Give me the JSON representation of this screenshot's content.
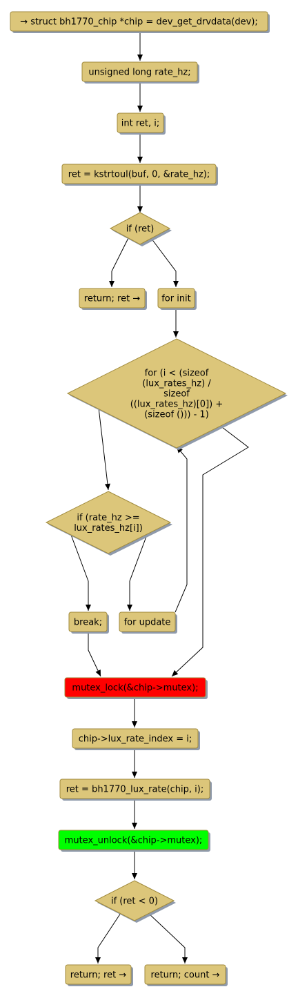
{
  "colors": {
    "node_fill": "#dcc67a",
    "node_border": "#a08a3c",
    "shadow": "#8f9aab",
    "lock_fill": "#ff0000",
    "unlock_fill": "#00ff00"
  },
  "nodes": {
    "n1": {
      "kind": "process",
      "lines": [
        "→ struct bh1770_chip *chip =  dev_get_drvdata(dev);"
      ]
    },
    "n2": {
      "kind": "process",
      "lines": [
        "unsigned long rate_hz;"
      ]
    },
    "n3": {
      "kind": "process",
      "lines": [
        "int ret, i;"
      ]
    },
    "n4": {
      "kind": "process",
      "lines": [
        "ret = kstrtoul(buf, 0, &rate_hz);"
      ]
    },
    "d1": {
      "kind": "decision",
      "lines": [
        "if (ret)"
      ]
    },
    "n5": {
      "kind": "process",
      "lines": [
        "return; ret →"
      ]
    },
    "n6": {
      "kind": "process",
      "lines": [
        "for init"
      ]
    },
    "d2": {
      "kind": "decision",
      "lines": [
        "for (i < (sizeof",
        "(lux_rates_hz) /",
        "sizeof",
        "((lux_rates_hz)[0]) +",
        "(sizeof ())) - 1)"
      ]
    },
    "d3": {
      "kind": "decision",
      "lines": [
        "if (rate_hz >=",
        "lux_rates_hz[i])"
      ]
    },
    "n7": {
      "kind": "process",
      "lines": [
        "break;"
      ]
    },
    "n8": {
      "kind": "process",
      "lines": [
        "for update"
      ]
    },
    "n9": {
      "kind": "process",
      "color": "lock",
      "lines": [
        "mutex_lock(&chip->mutex);"
      ]
    },
    "n10": {
      "kind": "process",
      "lines": [
        "chip->lux_rate_index = i;"
      ]
    },
    "n11": {
      "kind": "process",
      "lines": [
        "ret = bh1770_lux_rate(chip, i);"
      ]
    },
    "n12": {
      "kind": "process",
      "color": "unlock",
      "lines": [
        "mutex_unlock(&chip->mutex);"
      ]
    },
    "d4": {
      "kind": "decision",
      "lines": [
        "if (ret < 0)"
      ]
    },
    "n13": {
      "kind": "process",
      "lines": [
        "return; ret →"
      ]
    },
    "n14": {
      "kind": "process",
      "lines": [
        "return; count →"
      ]
    }
  },
  "edges": [
    {
      "from": "n1",
      "to": "n2"
    },
    {
      "from": "n2",
      "to": "n3"
    },
    {
      "from": "n3",
      "to": "n4"
    },
    {
      "from": "n4",
      "to": "d1"
    },
    {
      "from": "d1",
      "to": "n5"
    },
    {
      "from": "d1",
      "to": "n6"
    },
    {
      "from": "n6",
      "to": "d2"
    },
    {
      "from": "d2",
      "to": "d3"
    },
    {
      "from": "d2",
      "to": "n9"
    },
    {
      "from": "d3",
      "to": "n7"
    },
    {
      "from": "d3",
      "to": "n8"
    },
    {
      "from": "n8",
      "to": "d2"
    },
    {
      "from": "n7",
      "to": "n9"
    },
    {
      "from": "n9",
      "to": "n10"
    },
    {
      "from": "n10",
      "to": "n11"
    },
    {
      "from": "n11",
      "to": "n12"
    },
    {
      "from": "n12",
      "to": "d4"
    },
    {
      "from": "d4",
      "to": "n13"
    },
    {
      "from": "d4",
      "to": "n14"
    }
  ]
}
